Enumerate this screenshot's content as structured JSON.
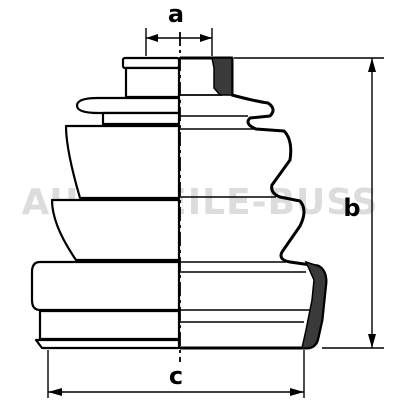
{
  "diagram": {
    "dimensions": {
      "a": "a",
      "b": "b",
      "c": "c"
    },
    "watermark": "AUTOTEILE-BUSS",
    "colors": {
      "ink": "#000000",
      "section_fill": "#3a3a3a",
      "watermark": "#dcdcdc"
    }
  }
}
